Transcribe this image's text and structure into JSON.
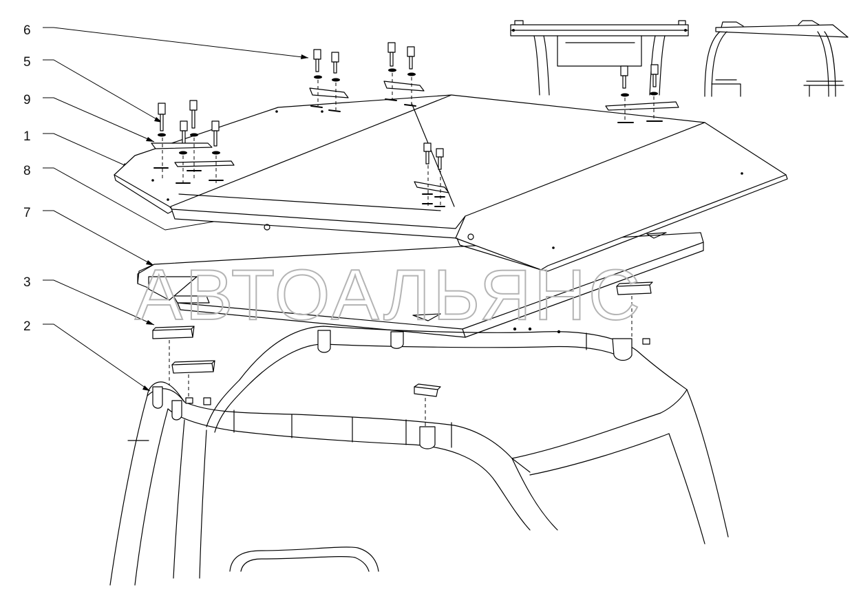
{
  "diagram": {
    "watermark": "АВТОАЛЬЯНС",
    "callouts": [
      {
        "id": "callout-6",
        "label": "6"
      },
      {
        "id": "callout-5",
        "label": "5"
      },
      {
        "id": "callout-9",
        "label": "9"
      },
      {
        "id": "callout-1",
        "label": "1"
      },
      {
        "id": "callout-8",
        "label": "8"
      },
      {
        "id": "callout-7",
        "label": "7"
      },
      {
        "id": "callout-3",
        "label": "3"
      },
      {
        "id": "callout-2",
        "label": "2"
      }
    ]
  }
}
